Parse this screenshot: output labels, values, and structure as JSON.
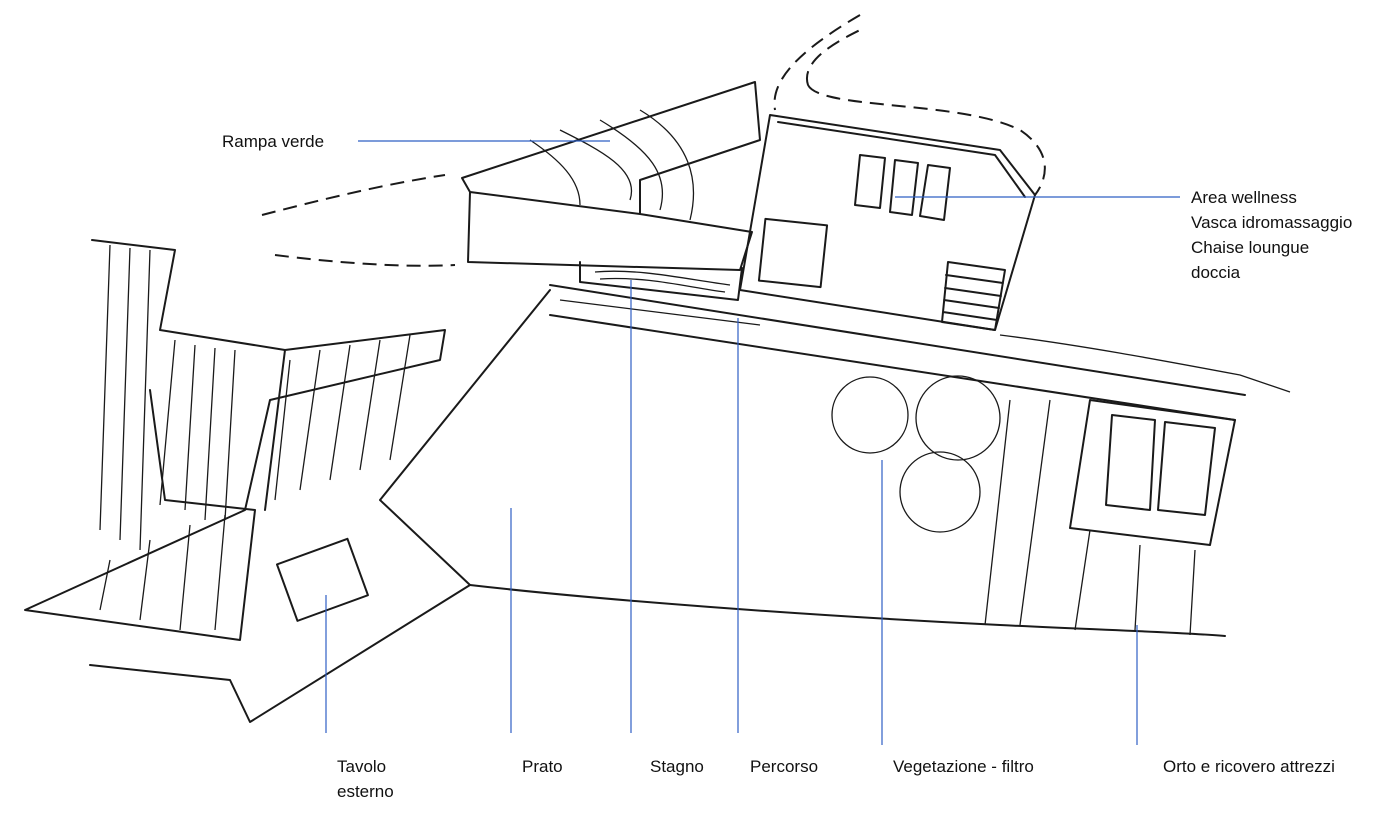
{
  "labels": {
    "rampa_verde": "Rampa verde",
    "wellness": [
      "Area wellness",
      "Vasca idromassaggio",
      "Chaise loungue",
      "doccia"
    ],
    "tavolo": [
      "Tavolo",
      "esterno"
    ],
    "prato": "Prato",
    "stagno": "Stagno",
    "percorso": "Percorso",
    "vegetazione": "Vegetazione - filtro",
    "orto": "Orto e ricovero attrezzi"
  },
  "colors": {
    "leader": "#2f5fc4",
    "ink": "#1a1a1a"
  }
}
